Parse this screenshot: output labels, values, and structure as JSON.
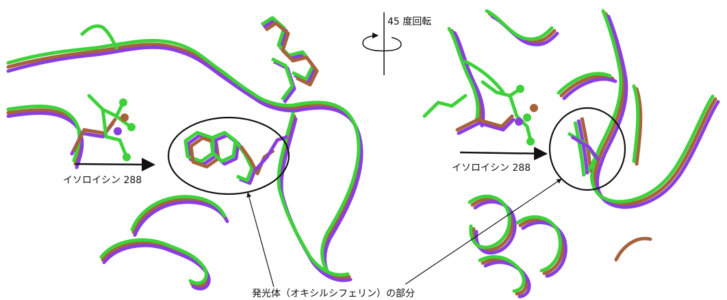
{
  "labels": {
    "rotation": "45 度回転",
    "isoleucine_left": "イソロイシン 288",
    "isoleucine_right": "イソロイシン 288",
    "emitter": "発光体（オキシルシフェリン）の部分"
  },
  "colors": {
    "green": "#3dd13a",
    "purple": "#8a3ee0",
    "brown": "#a7623a",
    "annotation": "#111111"
  }
}
